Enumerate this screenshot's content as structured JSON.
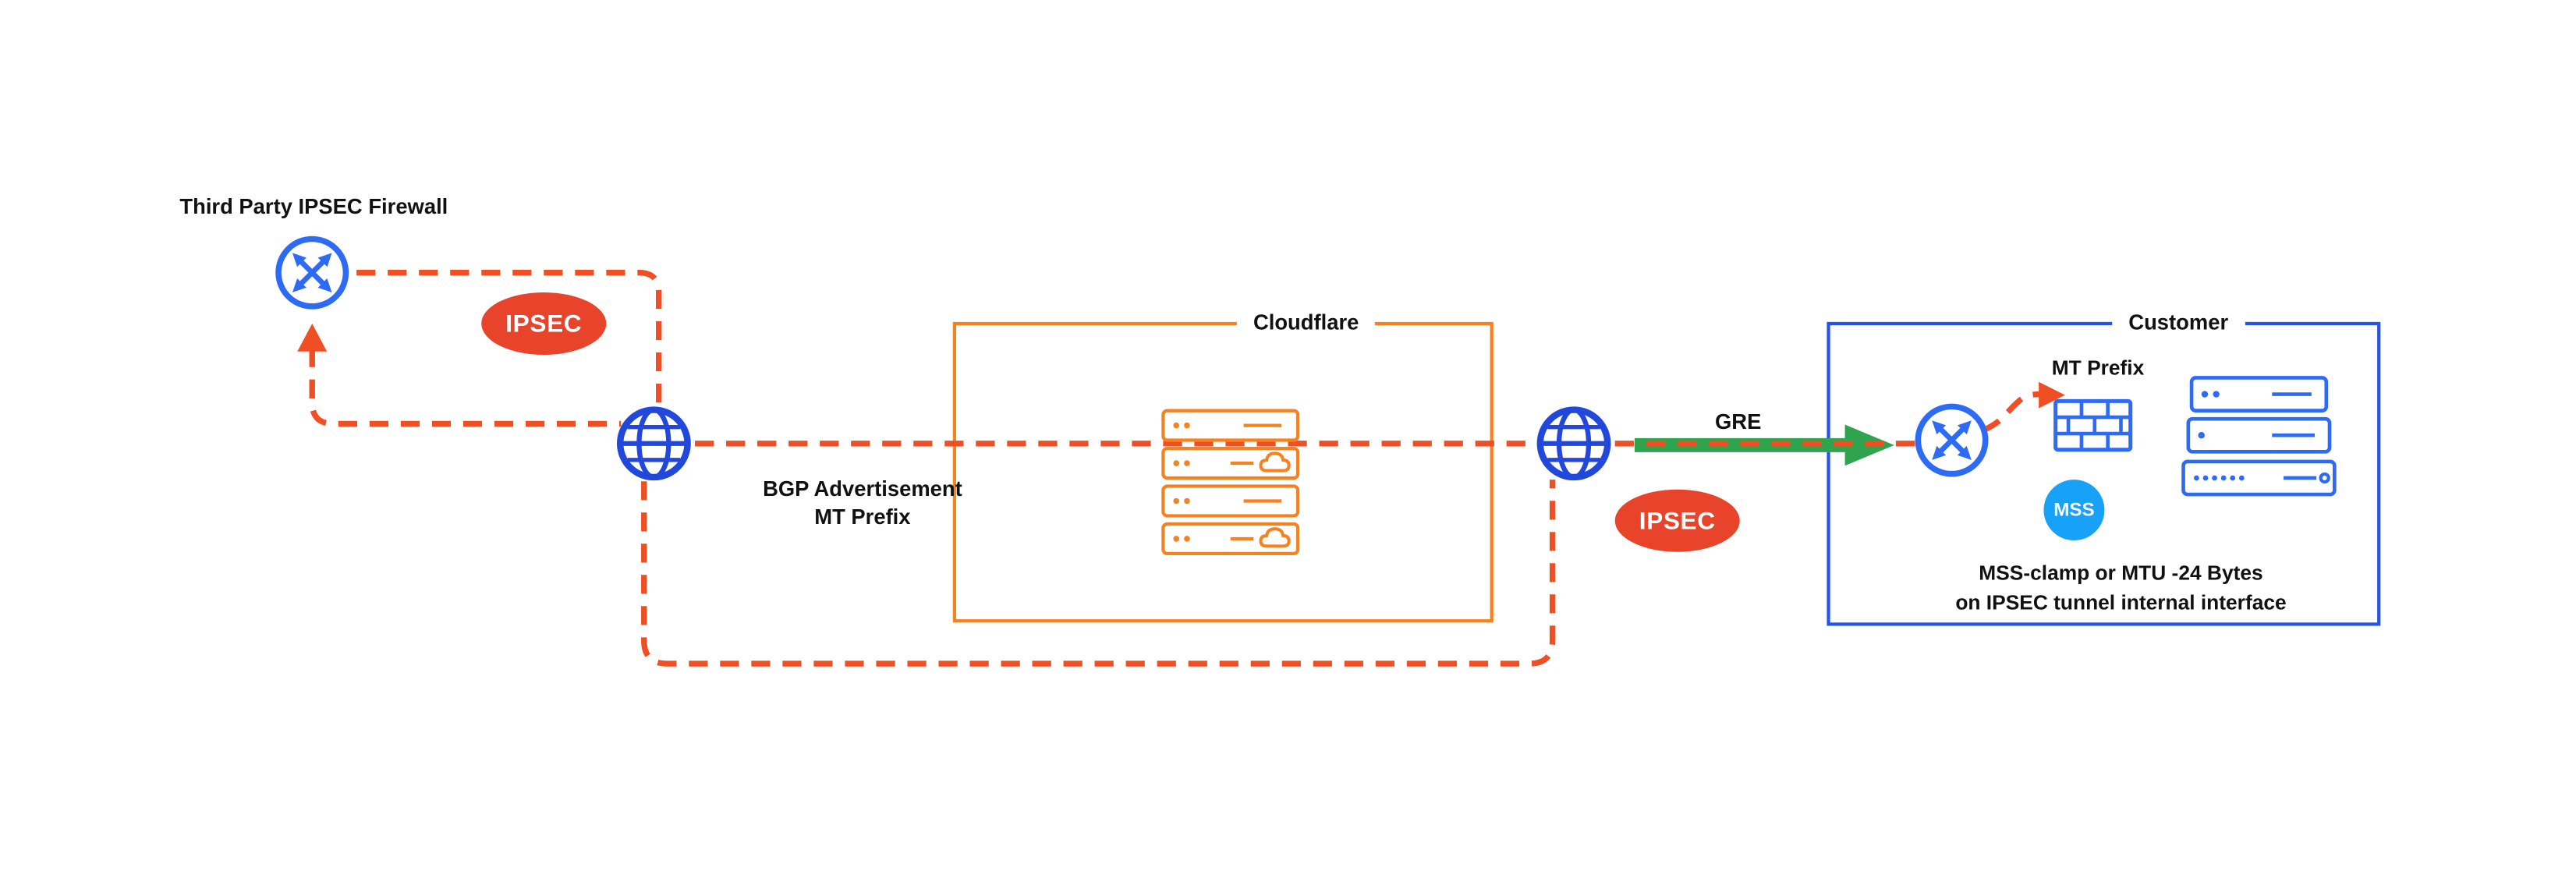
{
  "diagram": {
    "third_party_firewall_label": "Third Party IPSEC Firewall",
    "ipsec_badge_left": "IPSEC",
    "bgp_line1": "BGP Advertisement",
    "bgp_line2": "MT Prefix",
    "cloudflare_box_label": "Cloudflare",
    "gre_label": "GRE",
    "ipsec_badge_right": "IPSEC",
    "customer_box_label": "Customer",
    "mt_prefix_label": "MT Prefix",
    "mss_badge_label": "MSS",
    "mss_note_line1": "MSS-clamp or MTU -24 Bytes",
    "mss_note_line2": "on IPSEC tunnel internal interface"
  },
  "colors": {
    "tunnel_dash": "#F04E23",
    "ipsec_badge": "#E8432B",
    "cloudflare_orange": "#F6821F",
    "globe_blue": "#2147DB",
    "router_blue": "#2E6BF5",
    "customer_box_blue": "#2553E8",
    "mss_badge_blue": "#18A2F7",
    "gre_arrow_green": "#2EA44F",
    "text": "#111111",
    "background": "#FFFFFF"
  },
  "icons": {
    "router": "blue circle with four crossed diagonal arrows",
    "globe": "blue internet globe with meridians and parallels",
    "server": "orange rack server unit",
    "server_cloud": "rack server unit with cloud glyph",
    "firewall": "blue brick wall",
    "up_arrow": "red-orange tunnel arrowhead pointing up",
    "right_arrow": "red-orange arrowhead pointing right at MT prefix",
    "gre_arrow": "thick green arrow for GRE tunnel"
  }
}
